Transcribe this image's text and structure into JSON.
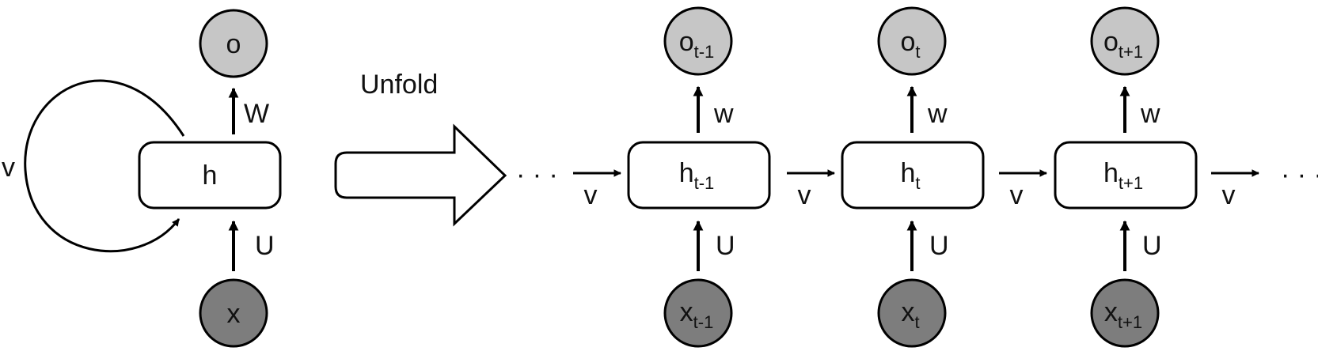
{
  "colors": {
    "output_node": "#c6c6c6",
    "input_node": "#7d7d7d",
    "stroke": "#000000",
    "background": "#ffffff"
  },
  "folded": {
    "output": "o",
    "hidden": "h",
    "input": "x",
    "weight_out": "W",
    "weight_in": "U",
    "weight_rec": "v"
  },
  "unfold_label": "Unfold",
  "ellipsis": "· · ·",
  "steps": [
    {
      "o": "o",
      "o_sub": "t-1",
      "h": "h",
      "h_sub": "t-1",
      "x": "x",
      "x_sub": "t-1",
      "w": "w",
      "u": "U"
    },
    {
      "o": "o",
      "o_sub": "t",
      "h": "h",
      "h_sub": "t",
      "x": "x",
      "x_sub": "t",
      "w": "w",
      "u": "U"
    },
    {
      "o": "o",
      "o_sub": "t+1",
      "h": "h",
      "h_sub": "t+1",
      "x": "x",
      "x_sub": "t+1",
      "w": "w",
      "u": "U"
    }
  ],
  "rec_arrow_labels": [
    "v",
    "v",
    "v",
    "v"
  ]
}
